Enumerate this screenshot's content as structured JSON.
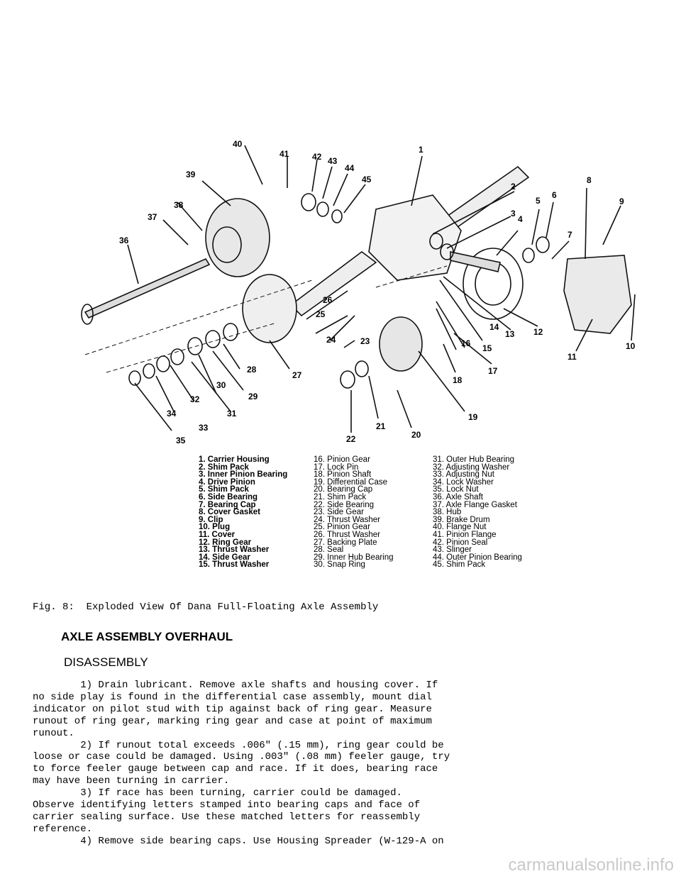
{
  "figure": {
    "callouts": [
      "1",
      "2",
      "3",
      "4",
      "5",
      "6",
      "7",
      "8",
      "9",
      "10",
      "11",
      "12",
      "13",
      "14",
      "15",
      "16",
      "17",
      "18",
      "19",
      "20",
      "21",
      "22",
      "23",
      "24",
      "25",
      "26",
      "27",
      "28",
      "29",
      "30",
      "31",
      "32",
      "33",
      "34",
      "35",
      "36",
      "37",
      "38",
      "39",
      "40",
      "41",
      "42",
      "43",
      "44",
      "45"
    ]
  },
  "legend": {
    "col1": [
      "1. Carrier Housing",
      "2. Shim Pack",
      "3. Inner Pinion Bearing",
      "4. Drive Pinion",
      "5. Shim Pack",
      "6. Side Bearing",
      "7. Bearing Cap",
      "8. Cover Gasket",
      "9. Clip",
      "10. Plug",
      "11. Cover",
      "12. Ring Gear",
      "13. Thrust Washer",
      "14. Side Gear",
      "15. Thrust Washer"
    ],
    "col2": [
      "16. Pinion Gear",
      "17. Lock Pin",
      "18. Pinion Shaft",
      "19. Differential Case",
      "20. Bearing Cap",
      "21. Shim Pack",
      "22. Side Bearing",
      "23. Side Gear",
      "24. Thrust Washer",
      "25. Pinion Gear",
      "26. Thrust Washer",
      "27. Backing Plate",
      "28. Seal",
      "29. Inner Hub Bearing",
      "30. Snap Ring"
    ],
    "col3": [
      "31. Outer Hub Bearing",
      "32. Adjusting Washer",
      "33. Adjusting Nut",
      "34. Lock Washer",
      "35. Lock Nut",
      "36. Axle Shaft",
      "37. Axle Flange Gasket",
      "38. Hub",
      "39. Brake Drum",
      "40. Flange Nut",
      "41. Pinion Flange",
      "42. Pinion Seal",
      "43. Slinger",
      "44. Outer Pinion Bearing",
      "45. Shim Pack"
    ]
  },
  "caption": "Fig. 8:  Exploded View Of Dana Full-Floating Axle Assembly",
  "heading": "AXLE ASSEMBLY OVERHAUL",
  "subheading": "DISASSEMBLY",
  "body": "        1) Drain lubricant. Remove axle shafts and housing cover. If\nno side play is found in the differential case assembly, mount dial\nindicator on pilot stud with tip against back of ring gear. Measure\nrunout of ring gear, marking ring gear and case at point of maximum\nrunout.\n        2) If runout total exceeds .006\" (.15 mm), ring gear could be\nloose or case could be damaged. Using .003\" (.08 mm) feeler gauge, try\nto force feeler gauge between cap and race. If it does, bearing race\nmay have been turning in carrier.\n        3) If race has been turning, carrier could be damaged.\nObserve identifying letters stamped into bearing caps and face of\ncarrier sealing surface. Use these matched letters for reassembly\nreference.\n        4) Remove side bearing caps. Use Housing Spreader (W-129-A on",
  "watermark": "carmanualsonline.info"
}
